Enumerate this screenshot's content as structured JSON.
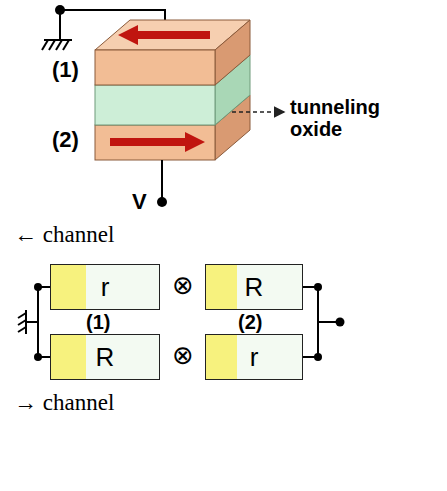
{
  "diagram": {
    "nodes": [
      {
        "text": [
          "r"
        ]
      },
      {
        "text": [
          "R"
        ]
      },
      {
        "text": [
          "R"
        ]
      },
      {
        "text": [
          "r"
        ]
      }
    ],
    "edges": [
      {
        "from": 0,
        "to": 2,
        "arrow": "none"
      },
      {
        "from": 1,
        "to": 3,
        "arrow": "none"
      }
    ],
    "labels": [
      "(1)",
      "(2)",
      "tunneling oxide",
      "V",
      "← channel",
      "(1)",
      "(2)",
      "⊗",
      "⊗",
      "→ channel"
    ]
  }
}
